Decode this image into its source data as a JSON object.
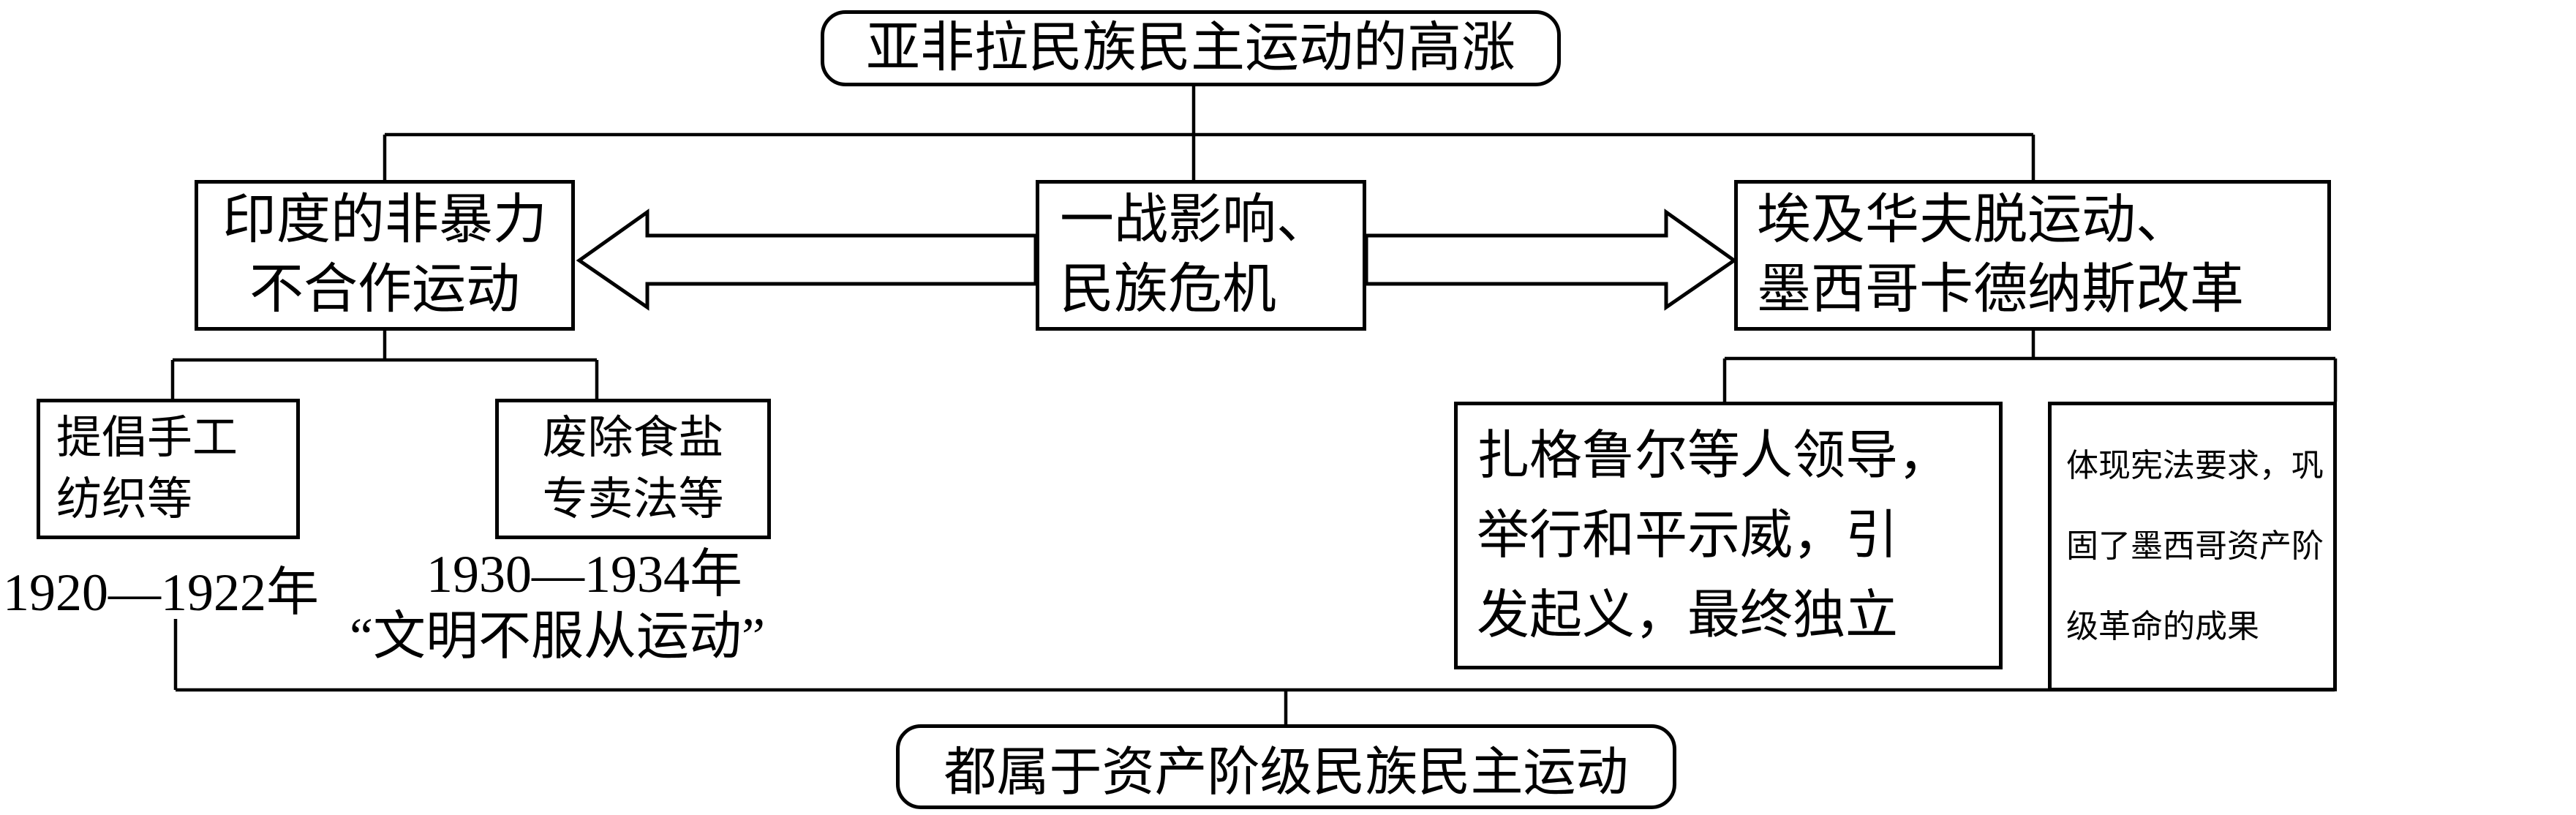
{
  "canvas": {
    "background": "#ffffff",
    "line_color": "#000000"
  },
  "nodes": {
    "top": {
      "text": "亚非拉民族民主运动的高涨"
    },
    "left": {
      "line1": "印度的非暴力",
      "line2": "不合作运动"
    },
    "center": {
      "line1": "一战影响、",
      "line2": "民族危机"
    },
    "right": {
      "line1": "埃及华夫脱运动、",
      "line2": "墨西哥卡德纳斯改革"
    },
    "sub_left_1": {
      "line1": "提倡手工",
      "line2": "纺织等"
    },
    "sub_left_2": {
      "line1": "废除食盐",
      "line2": "专卖法等"
    },
    "date_1": "1920—1922年",
    "date_2": "1930—1934年",
    "quote_1": "“文明不服从运动”",
    "sub_right_1": {
      "line1": "扎格鲁尔等人领导，",
      "line2": "举行和平示威，引",
      "line3": "发起义，最终独立"
    },
    "sub_right_2": {
      "line1": "体现宪法要求，巩",
      "line2": "固了墨西哥资产阶",
      "line3": "级革命的成果"
    },
    "bottom": {
      "text": "都属于资产阶级民族民主运动"
    }
  }
}
